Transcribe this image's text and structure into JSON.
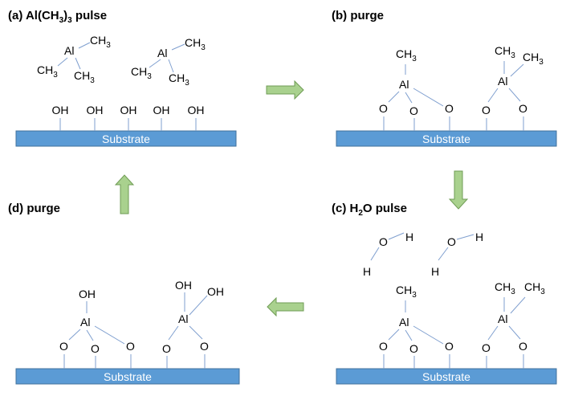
{
  "panels": {
    "a": {
      "prefix": "(a) Al(CH",
      "sub3": "3",
      "close": ")",
      "sub3b": "3",
      "suffix": " pulse"
    },
    "b": {
      "title": "(b) purge"
    },
    "c": {
      "prefix": "(c) H",
      "sub2": "2",
      "suffix": "O pulse"
    },
    "d": {
      "title": "(d) purge"
    }
  },
  "labels": {
    "substrate": "Substrate",
    "al": "Al",
    "ch": "CH",
    "three": "3",
    "oh": "OH",
    "o": "O",
    "h": "H"
  }
}
